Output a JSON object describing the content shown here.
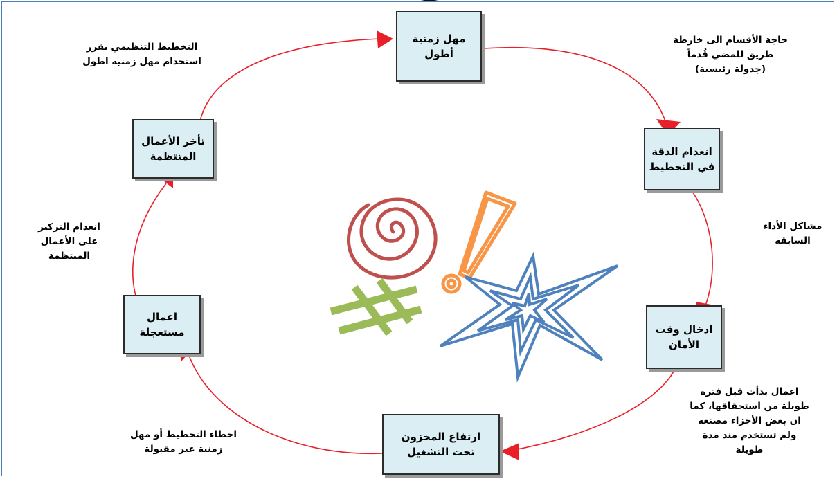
{
  "boxes": {
    "longer_lead_times": "مهل زمنية\nأطول",
    "planning_inaccuracy": "انعدام الدقة\nفي التخطيط",
    "safety_time": "ادخال وقت\nالأمان",
    "wip_inventory": "ارتفاع المخزون\nتحت التشغيل",
    "urgent_jobs": "اعمال\nمستعجلة",
    "planned_jobs_delay": "تأخر الأعمال\nالمنتظمة"
  },
  "labels": {
    "master_schedule": "حاجة الأقسام الى خارطة\nطريق للمضي قُدماً\n(جدولة رئيسية)",
    "past_performance": "مشاكل الأداء\nالسابقة",
    "early_jobs": "اعمال بدأت قبل فترة\nطويلة من استحقاقها، كما\nان بعض الأجزاء مصنعة\nولم تستخدم منذ مدة\nطويلة",
    "planning_errors": "اخطاء التخطيط أو مهل\nزمنية غير مقبولة",
    "lack_focus": "انعدام التركيز\nعلى الأعمال\nالمنتظمة",
    "org_planning": "التخطيط التنظيمي يقرر\nاستخدام مهل زمنية اطول"
  },
  "colors": {
    "box_fill": "#dbeef4",
    "arrow": "#e8202a",
    "spiral": "#c0504d",
    "exclamation": "#f79646",
    "star": "#4f81bd",
    "hash": "#9bbb59"
  }
}
